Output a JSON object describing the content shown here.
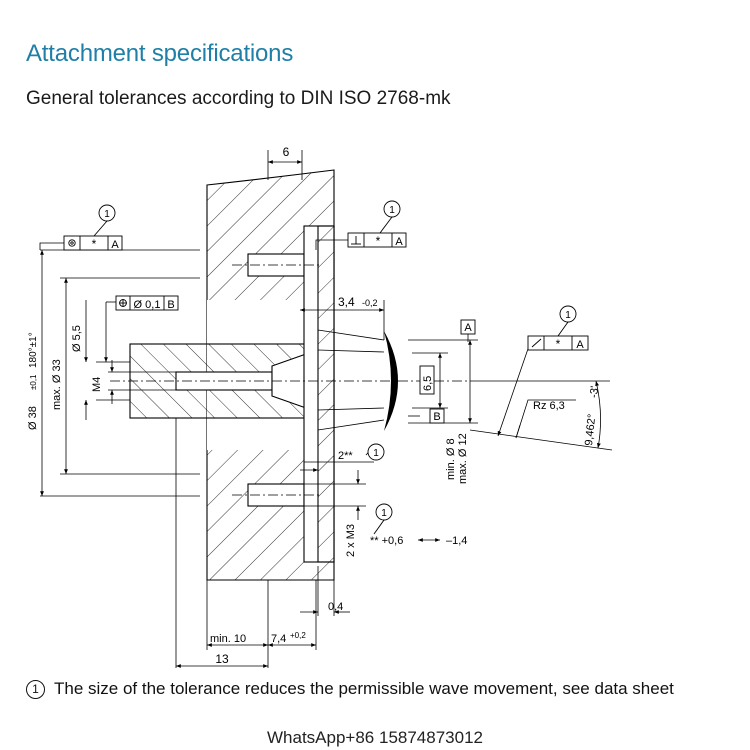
{
  "title": "Attachment specifications",
  "subtitle": "General tolerances according to DIN ISO 2768-mk",
  "colors": {
    "title": "#1f7fa6",
    "line": "#000000",
    "background": "#ffffff"
  },
  "drawing": {
    "callout_number": "1",
    "star": "*",
    "datum_a": "A",
    "datum_b": "B",
    "position_tol": "Ø 0,1",
    "dim_top_width": "6",
    "dim_depth": "3,4",
    "dim_depth_tol": "-0,2",
    "dim_38": "Ø 38",
    "dim_38_tol": "±0,1",
    "dim_38_angle": "180°±1°",
    "dim_33": "max. Ø 33",
    "dim_5_5": "Ø 5,5",
    "dim_m4": "M4",
    "dim_6_5": "6,5",
    "dim_min_8": "min. Ø 8",
    "dim_max_12": "max. Ø 12",
    "rz": "Rz 6,3",
    "angle": "9,462°",
    "angle_tol": "-3'",
    "dim_2star": "2**",
    "dim_2xm3": "2 x M3",
    "star_note": "** +0,6",
    "star_note_end": "–1,4",
    "dim_0_4": "0,4",
    "dim_min_10": "min. 10",
    "dim_7_4": "7,4",
    "dim_7_4_tol": "+0,2",
    "dim_13": "13"
  },
  "footnote": {
    "symbol": "1",
    "text": "The size of the tolerance reduces the permissible wave movement, see data sheet"
  },
  "watermark": "WhatsApp+86 15874873012"
}
